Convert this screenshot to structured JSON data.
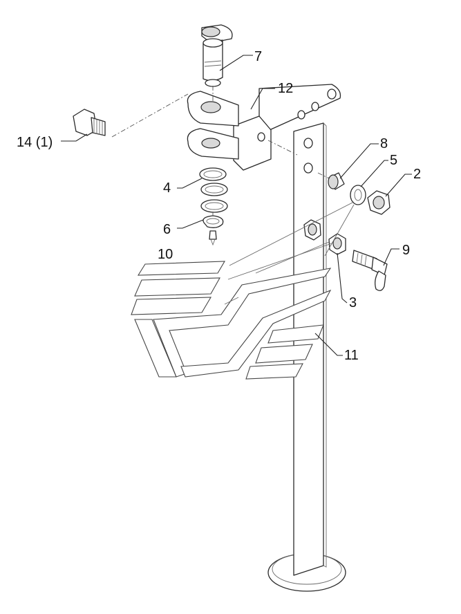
{
  "callouts": {
    "c7": "7",
    "c12": "12",
    "c14": "14 (1)",
    "c8": "8",
    "c5": "5",
    "c2": "2",
    "c4": "4",
    "c6": "6",
    "c9": "9",
    "c10": "10",
    "c3": "3",
    "c11": "11"
  }
}
